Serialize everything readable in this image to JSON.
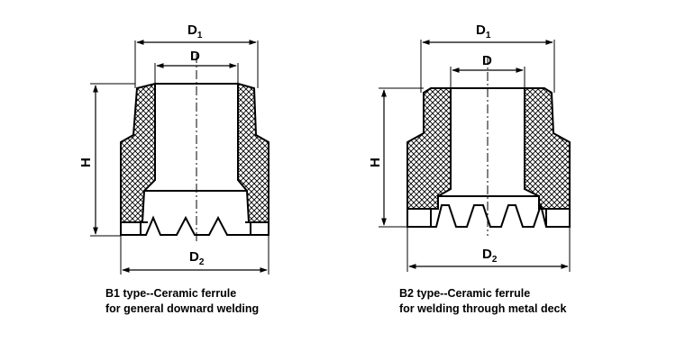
{
  "figure_b1": {
    "dim_outer": "D",
    "dim_outer_sub": "1",
    "dim_inner": "D",
    "dim_base": "D",
    "dim_base_sub": "2",
    "dim_height": "H",
    "caption_line1": "B1 type--Ceramic ferrule",
    "caption_line2": "for general downard welding"
  },
  "figure_b2": {
    "dim_outer": "D",
    "dim_outer_sub": "1",
    "dim_inner": "D",
    "dim_base": "D",
    "dim_base_sub": "2",
    "dim_height": "H",
    "caption_line1": "B2 type--Ceramic ferrule",
    "caption_line2": "for welding through metal deck"
  }
}
